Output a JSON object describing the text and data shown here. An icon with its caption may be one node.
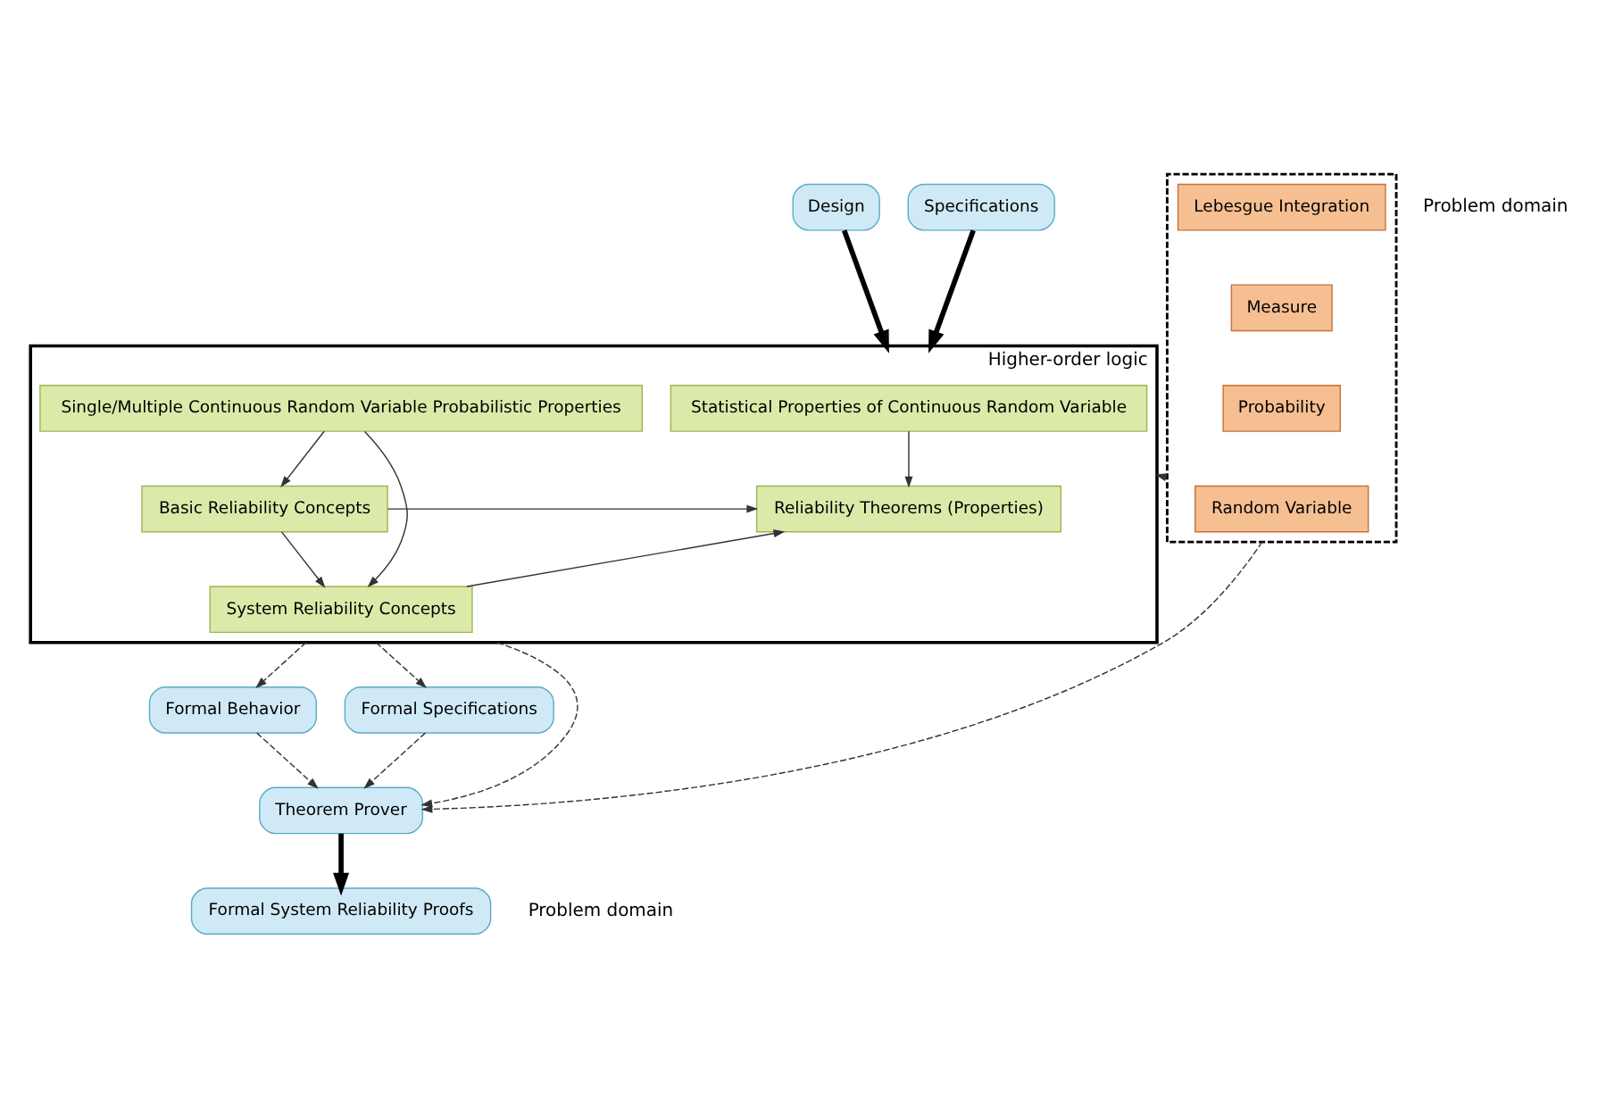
{
  "diagram": {
    "nodes": [
      {
        "text": [
          "Design"
        ]
      },
      {
        "text": [
          "Specifications"
        ]
      },
      {
        "text": [],
        "shape": "box"
      },
      {
        "text": [
          "Lebesgue Integration"
        ],
        "in": 2
      },
      {
        "text": [
          "Measure"
        ],
        "in": 2
      },
      {
        "text": [
          "Probability"
        ],
        "in": 2
      },
      {
        "text": [
          "Random Variable"
        ],
        "in": 2
      },
      {
        "text": [
          "Higher-order logic"
        ]
      },
      {
        "text": [
          "Statistical Properties of Continuous Random Variable"
        ],
        "in": 7
      },
      {
        "text": [
          "Single/Multiple Continuous Random Variable Probabilistic Properties"
        ],
        "in": 7
      },
      {
        "text": [
          "Reliability Theorems (Properties)"
        ],
        "in": 7
      },
      {
        "text": [
          "Basic Reliability Concepts"
        ],
        "in": 7
      },
      {
        "text": [
          "System Reliability Concepts"
        ],
        "in": 7
      },
      {
        "text": [
          "Formal Behavior"
        ]
      },
      {
        "text": [
          "Formal Specifications"
        ]
      },
      {
        "text": [
          "Theorem Prover"
        ]
      },
      {
        "text": [
          "Formal System Reliability Proofs"
        ]
      }
    ],
    "edges": [
      {
        "from": 0,
        "to": 7,
        "arrow": "to",
        "style": "thick"
      },
      {
        "from": 1,
        "to": 7,
        "arrow": "to",
        "style": "thick"
      },
      {
        "from": 2,
        "to": 7,
        "arrow": "to",
        "style": "dashed"
      },
      {
        "from": 8,
        "to": 10,
        "arrow": "to"
      },
      {
        "from": 9,
        "to": 11,
        "arrow": "to"
      },
      {
        "from": 11,
        "to": 10,
        "arrow": "to"
      },
      {
        "from": 11,
        "to": 12,
        "arrow": "to"
      },
      {
        "from": 12,
        "to": 10,
        "arrow": "to"
      },
      {
        "from": 9,
        "to": 12,
        "arrow": "to"
      },
      {
        "from": 7,
        "to": 13,
        "arrow": "to",
        "style": "dashed"
      },
      {
        "from": 7,
        "to": 14,
        "arrow": "to",
        "style": "dashed"
      },
      {
        "from": 13,
        "to": 15,
        "arrow": "to",
        "style": "dashed"
      },
      {
        "from": 14,
        "to": 15,
        "arrow": "to",
        "style": "dashed"
      },
      {
        "from": 2,
        "to": 15,
        "arrow": "to",
        "style": "dashed"
      },
      {
        "from": 7,
        "to": 15,
        "arrow": "to",
        "style": "dashed"
      },
      {
        "from": 15,
        "to": 16,
        "arrow": "to",
        "style": "thick"
      }
    ],
    "labels": [
      "Problem domain",
      "Problem domain"
    ]
  }
}
